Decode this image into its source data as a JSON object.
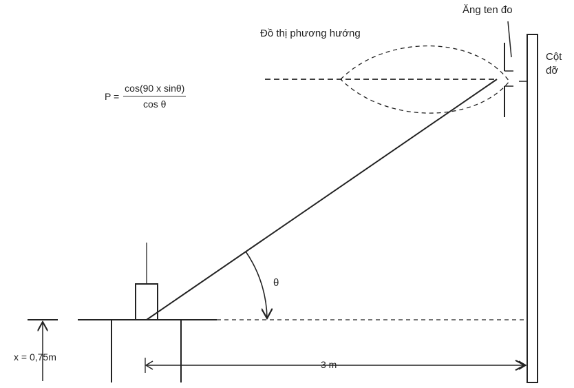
{
  "labels": {
    "antenna": "Ăng ten đo",
    "pattern": "Đồ thị phương hướng",
    "mast_line1": "Cột",
    "mast_line2": "đỡ",
    "theta": "θ",
    "height": "x = 0,75m",
    "distance": "3 m"
  },
  "formula": {
    "lhs": "P =",
    "numerator": "cos(90 x sinθ)",
    "denominator": "cos θ"
  }
}
